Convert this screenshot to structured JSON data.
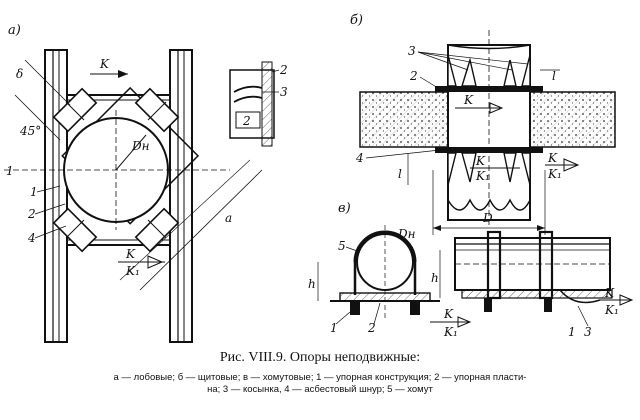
{
  "figure": {
    "caption": "Рис. VIII.9. Опоры неподвижные:",
    "legend_line1": "а — лобовые; б — щитовые; в — хомутовые; 1 — упорная конструкция; 2 — упорная пласти-",
    "legend_line2": "на; 3 — косынка, 4 — асбестовый шнур; 5 — хомут"
  },
  "panels": {
    "a": "а)",
    "b": "б)",
    "c": "в)"
  },
  "labels": {
    "n1": "1",
    "n2": "2",
    "n3": "3",
    "n4": "4",
    "n5": "5",
    "K": "K",
    "K1": "K₁",
    "delta": "δ",
    "dn": "Dн",
    "d": "D",
    "h": "h",
    "l": "l",
    "a": "a",
    "angle": "45°"
  }
}
